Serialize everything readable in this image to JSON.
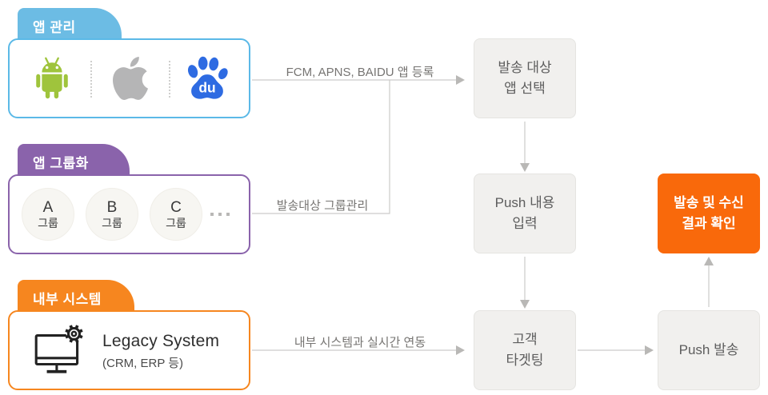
{
  "colors": {
    "blue": "#6CBCE4",
    "blue_border": "#5BB9E7",
    "purple": "#8A63AB",
    "orange": "#F6861F",
    "highlight": "#F9690B",
    "android_green": "#9FC43C",
    "apple_gray": "#B5B5B6",
    "baidu_blue": "#2E6BE2",
    "line_gray": "#CCCBC9",
    "arrow_gray": "#B9B8B6",
    "box_bg": "#F1F0EE",
    "box_border": "#E5E4E1"
  },
  "panels": {
    "app_management": {
      "tab_label": "앱 관리",
      "icons": [
        "android-icon",
        "apple-icon",
        "baidu-icon"
      ],
      "baidu_text": "du"
    },
    "app_grouping": {
      "tab_label": "앱 그룹화",
      "groups": [
        {
          "letter": "A",
          "word": "그룹"
        },
        {
          "letter": "B",
          "word": "그룹"
        },
        {
          "letter": "C",
          "word": "그룹"
        }
      ]
    },
    "internal_system": {
      "tab_label": "내부 시스템",
      "title": "Legacy System",
      "subtitle": "(CRM, ERP 등)"
    }
  },
  "edges": {
    "app_registration": "FCM, APNS, BAIDU 앱 등록",
    "group_management": "발송대상 그룹관리",
    "realtime_sync": "내부 시스템과 실시간 연동"
  },
  "flow": {
    "select_app": {
      "line1": "발송 대상",
      "line2": "앱 선택"
    },
    "push_content": {
      "line1": "Push 내용",
      "line2": "입력"
    },
    "targeting": {
      "line1": "고객",
      "line2": "타겟팅"
    },
    "push_send": {
      "label": "Push 발송"
    },
    "result_check": {
      "line1": "발송 및 수신",
      "line2": "결과 확인"
    }
  }
}
